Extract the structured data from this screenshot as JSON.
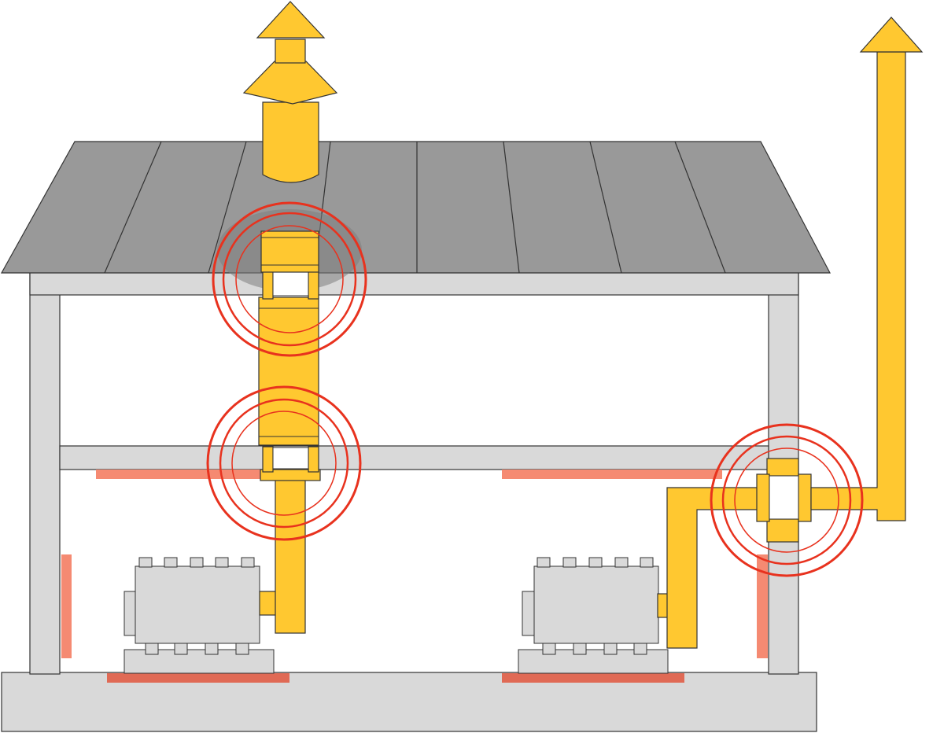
{
  "diagram": {
    "subject": "house-with-two-boiler-flues",
    "colors": {
      "pipe": "#FFC830",
      "pipe_stroke": "#7a5a00",
      "wall": "#D9D9D9",
      "wall_stroke": "#333333",
      "roof": "#999999",
      "roof_dark": "#7d7d7d",
      "heater": "#F58A72",
      "heater_floor": "#E06A55",
      "ring": "#E8321E",
      "background": "#FFFFFF"
    },
    "components": [
      {
        "id": "chimney-cap-left",
        "icon": "rain-cap-icon"
      },
      {
        "id": "flue-outlet-right",
        "icon": "arrow-up-icon"
      },
      {
        "id": "boiler-left",
        "icon": "boiler-icon"
      },
      {
        "id": "boiler-right",
        "icon": "boiler-icon"
      },
      {
        "id": "passage-roof",
        "icon": "ring-highlight-icon"
      },
      {
        "id": "passage-floor",
        "icon": "ring-highlight-icon"
      },
      {
        "id": "passage-wall",
        "icon": "ring-highlight-icon"
      }
    ]
  }
}
